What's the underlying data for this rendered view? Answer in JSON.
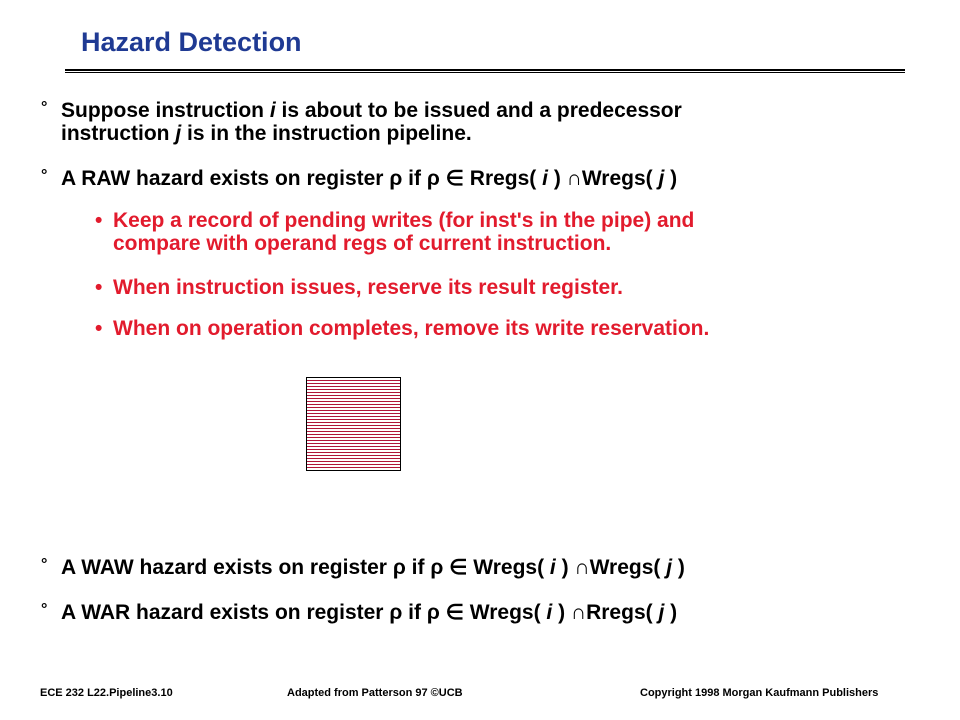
{
  "title": "Hazard Detection",
  "bullet_mark": "°",
  "sub_mark": "•",
  "bullets": [
    {
      "line1": [
        "Suppose instruction ",
        "i",
        "  is about to be issued and a predecessor"
      ],
      "line2": [
        "instruction ",
        "j",
        "  is in the instruction pipeline."
      ]
    },
    {
      "parts": [
        "A RAW hazard exists on register ",
        "ρ",
        " if ",
        "ρ",
        " ∈ Rregs( ",
        "i",
        " ) ",
        "∩",
        "Wregs( ",
        "j",
        " )"
      ]
    }
  ],
  "sub_bullets": [
    {
      "line1": "Keep a record of pending writes (for inst's in the pipe) and",
      "line2": "compare with operand regs of current instruction."
    },
    {
      "line1": "When instruction issues, reserve its result register."
    },
    {
      "line1": "When on operation completes, remove its write reservation."
    }
  ],
  "bullets_bottom": [
    {
      "parts": [
        "A WAW hazard exists on register ",
        "ρ",
        " if ",
        "ρ",
        " ∈ Wregs( ",
        "i",
        "  ) ",
        "∩",
        "Wregs( ",
        "j",
        " )"
      ]
    },
    {
      "parts": [
        "A WAR hazard exists on register ",
        "ρ",
        " if ",
        "ρ",
        " ∈ Wregs( ",
        "i",
        "  ) ",
        "∩",
        "Rregs( ",
        "j",
        " )"
      ]
    }
  ],
  "footer": {
    "left": "ECE 232  L22.Pipeline3.10",
    "center": "Adapted from Patterson 97 ©UCB",
    "right": "Copyright  1998 Morgan Kaufmann Publishers"
  },
  "colors": {
    "title": "#1f3a93",
    "highlight": "#e21b2d",
    "diagram_lines": "#b0163a"
  }
}
